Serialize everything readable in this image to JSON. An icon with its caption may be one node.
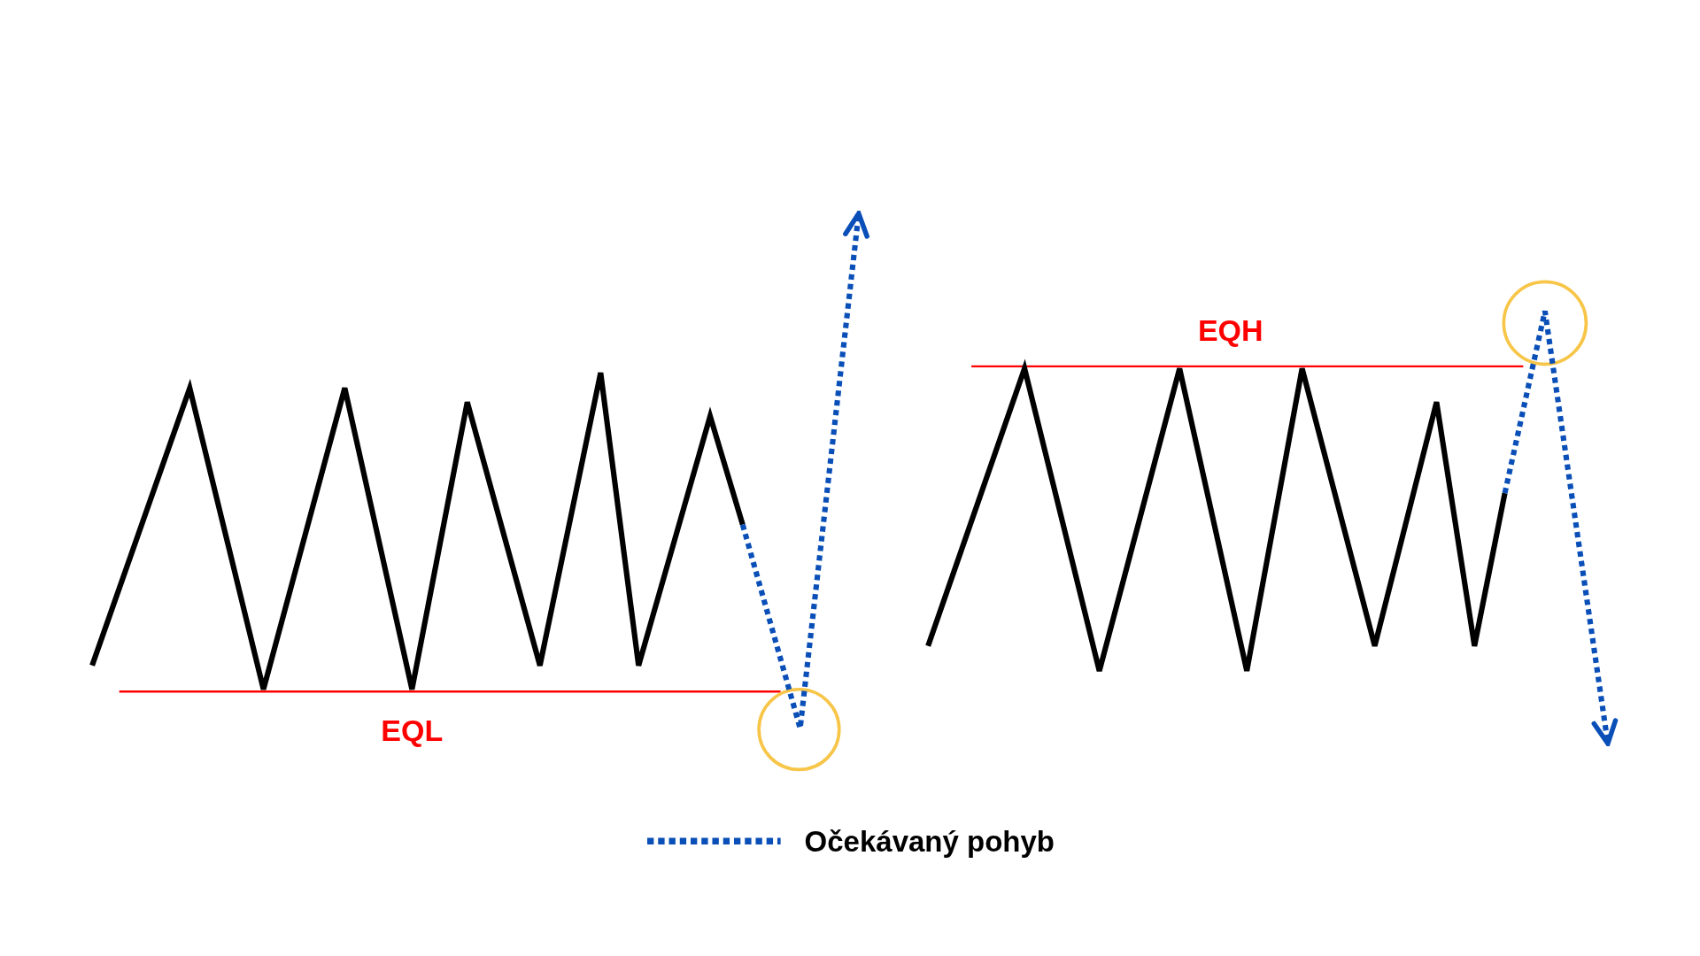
{
  "diagram": {
    "labels": [
      "EQH",
      "EQL"
    ],
    "legend": [
      {
        "text": "Očekávaný pohyb"
      }
    ]
  }
}
